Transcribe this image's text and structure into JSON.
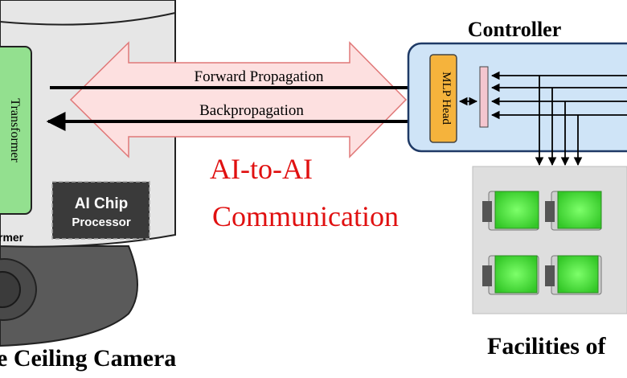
{
  "camera": {
    "transformer_label": "Transformer",
    "transformer_caption_fragment": "rmer",
    "chip_line1": "AI Chip",
    "chip_line2": "Processor",
    "caption_fragment": "e Ceiling Camera"
  },
  "communication": {
    "forward_label": "Forward Propagation",
    "backward_label": "Backpropagation",
    "title_line1": "AI-to-AI",
    "title_line2": "Communication"
  },
  "controller": {
    "title": "Controller",
    "mlp_label": "MLP Head"
  },
  "facilities": {
    "caption_fragment": "Facilities of"
  },
  "colors": {
    "camera_fill": "#e6e6e6",
    "camera_dark": "#5f5f5f",
    "transformer_fill": "#93e08f",
    "chip_fill": "#3a3a3a",
    "arrow_fill": "#fde0e0",
    "arrow_stroke": "#e07878",
    "comm_text": "#e01010",
    "controller_fill": "#cfe4f7",
    "controller_stroke": "#1f3a66",
    "mlp_fill": "#f5b33c",
    "pink_bar": "#f4c6cf",
    "light_green": "#47d93a"
  }
}
